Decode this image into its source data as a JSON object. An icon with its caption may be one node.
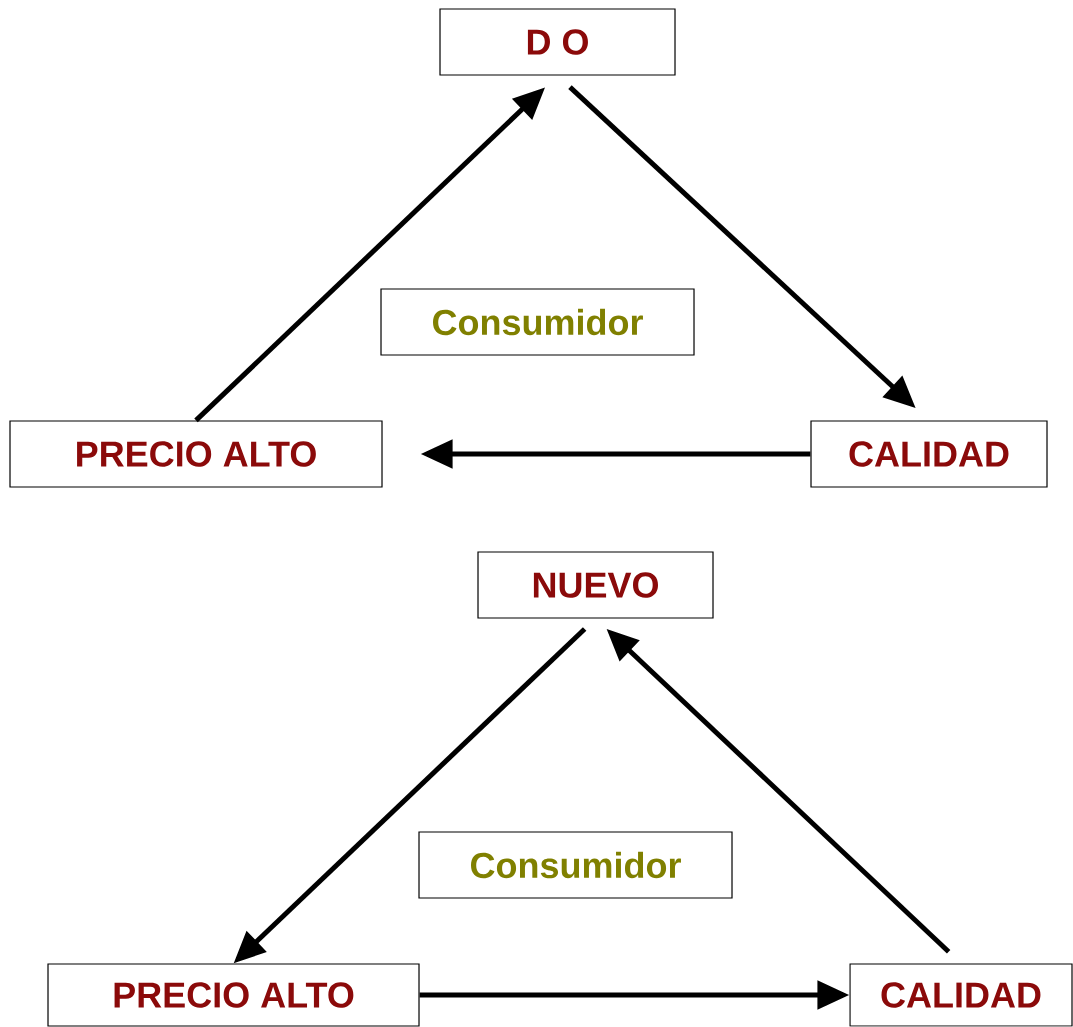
{
  "diagram": {
    "nodes": [
      {
        "text": [
          "D O"
        ]
      },
      {
        "text": [
          "Consumidor"
        ]
      },
      {
        "text": [
          "PRECIO ALTO"
        ]
      },
      {
        "text": [
          "CALIDAD"
        ]
      },
      {
        "text": [
          "NUEVO"
        ]
      },
      {
        "text": [
          "Consumidor"
        ]
      },
      {
        "text": [
          "PRECIO ALTO"
        ]
      },
      {
        "text": [
          "CALIDAD"
        ]
      }
    ],
    "edges": [
      {
        "from": 2,
        "to": 0,
        "arrow": "to"
      },
      {
        "from": 0,
        "to": 3,
        "arrow": "to"
      },
      {
        "from": 3,
        "to": 2,
        "arrow": "to"
      },
      {
        "from": 4,
        "to": 6,
        "arrow": "to"
      },
      {
        "from": 7,
        "to": 4,
        "arrow": "to"
      },
      {
        "from": 6,
        "to": 7,
        "arrow": "to"
      }
    ]
  }
}
